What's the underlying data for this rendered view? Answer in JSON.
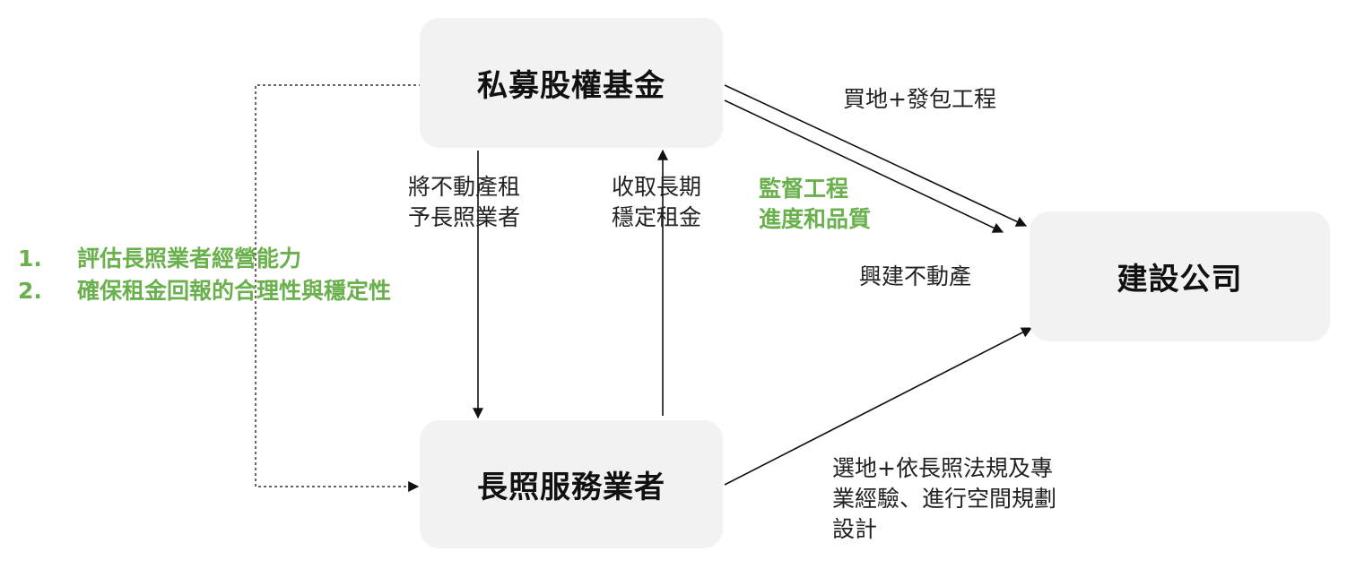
{
  "nodes": {
    "fund": "私募股權基金",
    "ltc_operator": "長照服務業者",
    "construction_company": "建設公司"
  },
  "edge_labels": {
    "lease_property": [
      "將不動產租",
      "予長照業者"
    ],
    "collect_rent": [
      "收取長期",
      "穩定租金"
    ],
    "supervise": [
      "監督工程",
      "進度和品質"
    ],
    "buy_land": "買地+發包工程",
    "build_property": "興建不動產",
    "site_selection": [
      "選地+依長照法規及專",
      "業經驗、進行空間規劃",
      "設計"
    ]
  },
  "evaluation": [
    {
      "number": "1.",
      "text": "評估長照業者經營能力"
    },
    {
      "number": "2.",
      "text": "確保租金回報的合理性與穩定性"
    }
  ],
  "colors": {
    "node_fill": "#f2f2f2",
    "accent_green": "#6ab04c",
    "line": "#111111"
  }
}
